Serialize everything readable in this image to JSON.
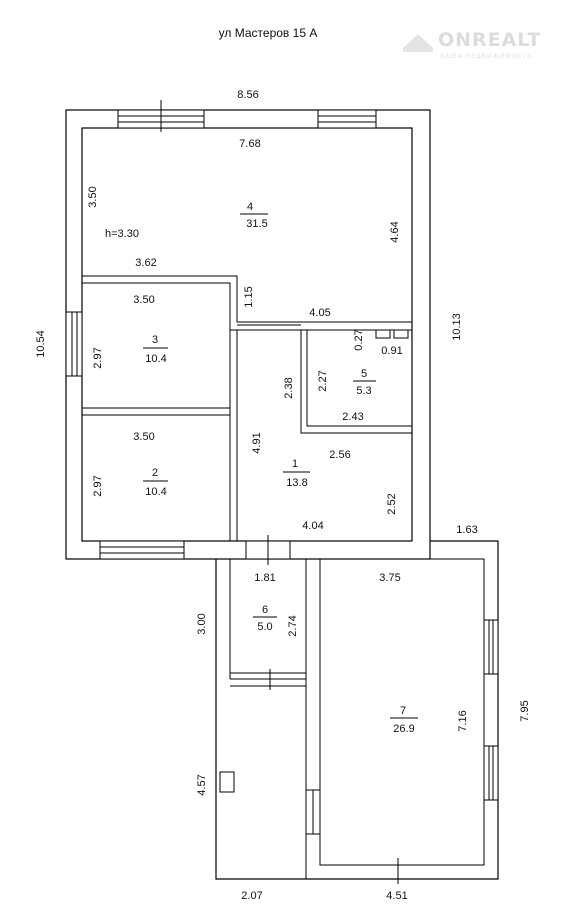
{
  "title": "ул Мастеров 15 А",
  "watermark": {
    "brand": "ONREALT",
    "tagline": "ВАША НЕДВИЖИМОСТЬ"
  },
  "ceiling_height": "h=3.30",
  "rooms": {
    "r1": {
      "number": "1",
      "area": "13.8"
    },
    "r2": {
      "number": "2",
      "area": "10.4"
    },
    "r3": {
      "number": "3",
      "area": "10.4"
    },
    "r4": {
      "number": "4",
      "area": "31.5"
    },
    "r5": {
      "number": "5",
      "area": "5.3"
    },
    "r6": {
      "number": "6",
      "area": "5.0"
    },
    "r7": {
      "number": "7",
      "area": "26.9"
    }
  },
  "dims": {
    "d856": "8.56",
    "d768": "7.68",
    "d350_top": "3.50",
    "d464": "4.64",
    "d362": "3.62",
    "d115": "1.15",
    "d405": "4.05",
    "d1054": "10.54",
    "d1013": "10.13",
    "d350_r3": "3.50",
    "d297_r3": "2.97",
    "d027": "0.27",
    "d091": "0.91",
    "d238": "2.38",
    "d227": "2.27",
    "d243": "2.43",
    "d350_r2": "3.50",
    "d297_r2": "2.97",
    "d491": "4.91",
    "d256": "2.56",
    "d252": "2.52",
    "d404": "4.04",
    "d163": "1.63",
    "d181": "1.81",
    "d375": "3.75",
    "d300": "3.00",
    "d274": "2.74",
    "d795": "7.95",
    "d716": "7.16",
    "d457": "4.57",
    "d207": "2.07",
    "d451": "4.51"
  }
}
